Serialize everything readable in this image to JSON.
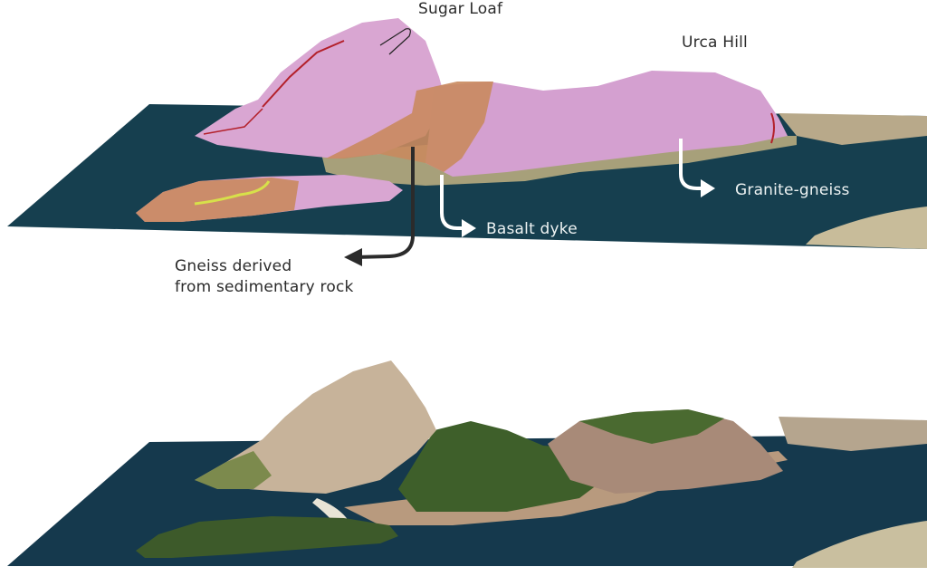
{
  "diagram": {
    "type": "3D geological block model",
    "panels": [
      {
        "id": "geology-model",
        "position": "top"
      },
      {
        "id": "satellite-terrain",
        "position": "bottom"
      }
    ]
  },
  "labels": {
    "sugar_loaf": "Sugar Loaf",
    "urca_hill": "Urca Hill",
    "gneiss_line1": "Gneiss derived",
    "gneiss_line2": "from sedimentary rock",
    "basalt_dyke": "Basalt  dyke",
    "granite_gneiss": "Granite-gneiss"
  },
  "colors": {
    "granite_gneiss_fill": "#d9a6d2",
    "sedimentary_gneiss_fill": "#c98a5e",
    "lowland_fill": "#a7a07a",
    "water": "#163f4f",
    "fault_line": "#b3202a",
    "dyke_line": "#d7e04a",
    "rock_face": "#c7b39a",
    "vegetation": "#3e5f2a",
    "urban": "#b89a7e"
  }
}
